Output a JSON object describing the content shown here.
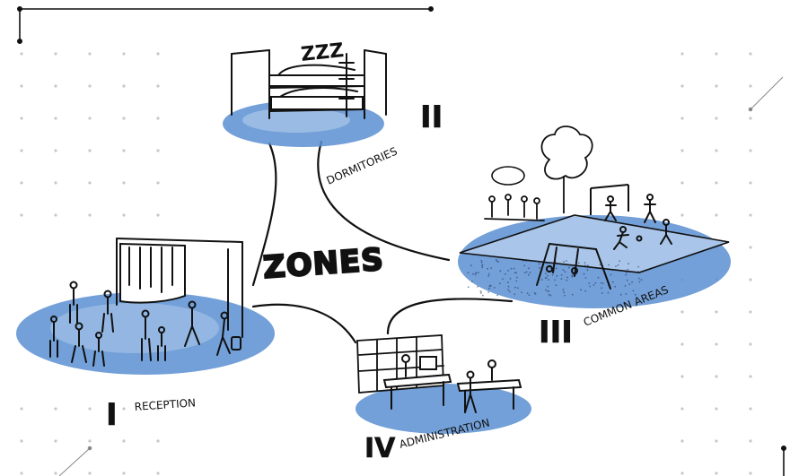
{
  "diagram": {
    "title": "ZONES",
    "zones": [
      {
        "numeral": "I",
        "label": "RECEPTION"
      },
      {
        "numeral": "II",
        "label": "DORMITORIES"
      },
      {
        "numeral": "III",
        "label": "COMMON AREAS"
      },
      {
        "numeral": "IV",
        "label": "ADMINISTRATION"
      }
    ],
    "sleep_text": "ZZZ"
  },
  "colors": {
    "zone_blue": "#5b8fd1",
    "zone_blue_light": "#a9c6ea",
    "ink": "#111111",
    "dot": "#c8c8c8"
  }
}
